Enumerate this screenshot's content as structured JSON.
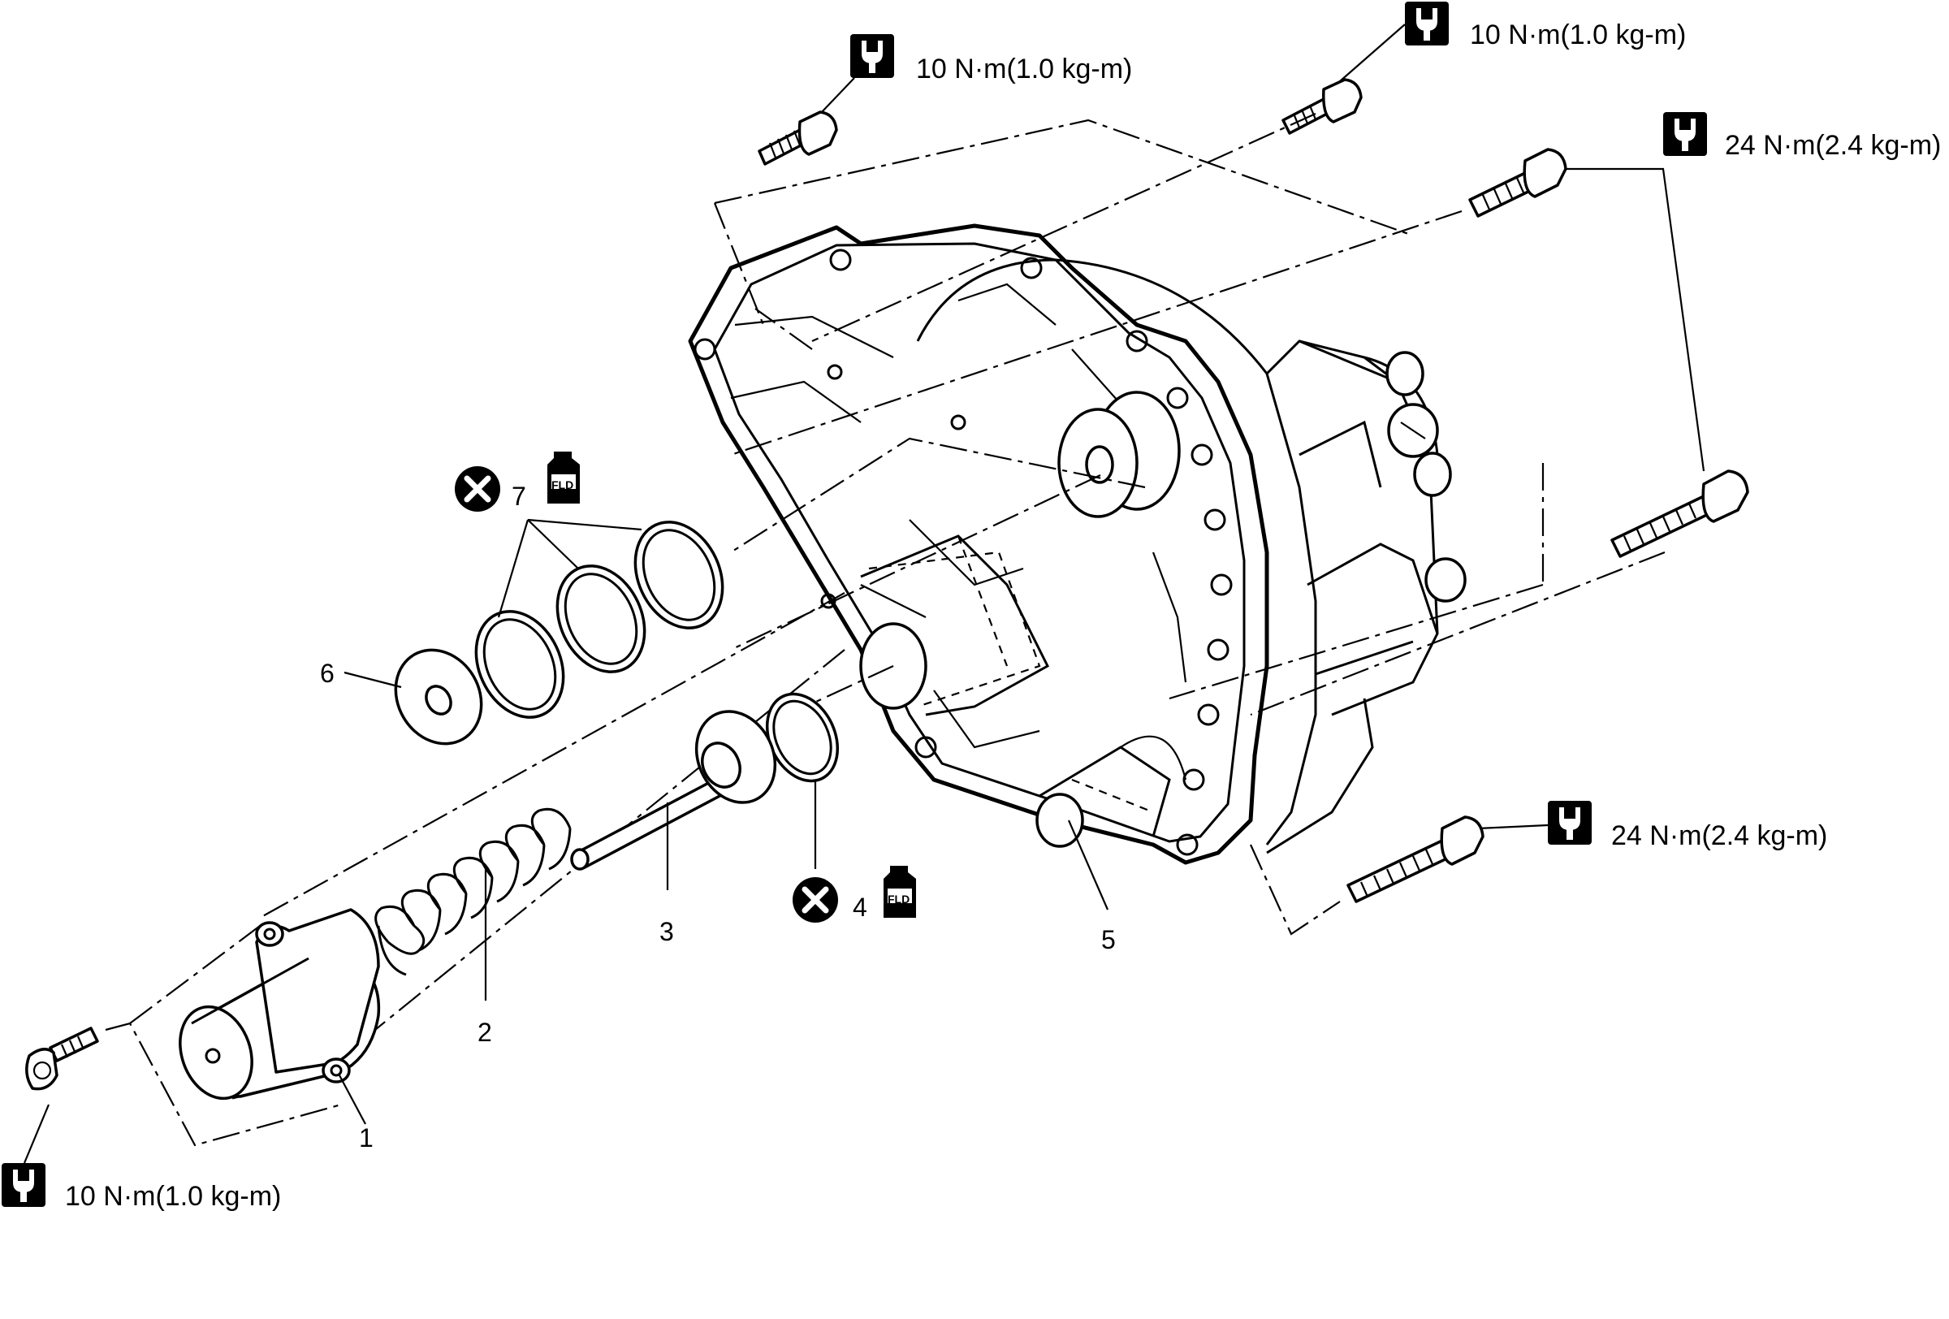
{
  "callouts": {
    "c1": "1",
    "c2": "2",
    "c3": "3",
    "c4": "4",
    "c5": "5",
    "c6": "6",
    "c7": "7"
  },
  "torque": {
    "t_top_left": "10 N·m(1.0 kg-m)",
    "t_top_right": "10 N·m(1.0 kg-m)",
    "t_right_upper": "24 N·m(2.4 kg-m)",
    "t_right_lower": "24 N·m(2.4 kg-m)",
    "t_bottom_left": "10 N·m(1.0 kg-m)"
  },
  "fluid_badge": {
    "text": "FLD"
  },
  "icons": {
    "torque": "wrench-torque-icon",
    "replace": "do-not-reuse-icon",
    "fluid": "fluid-bottle-icon"
  }
}
